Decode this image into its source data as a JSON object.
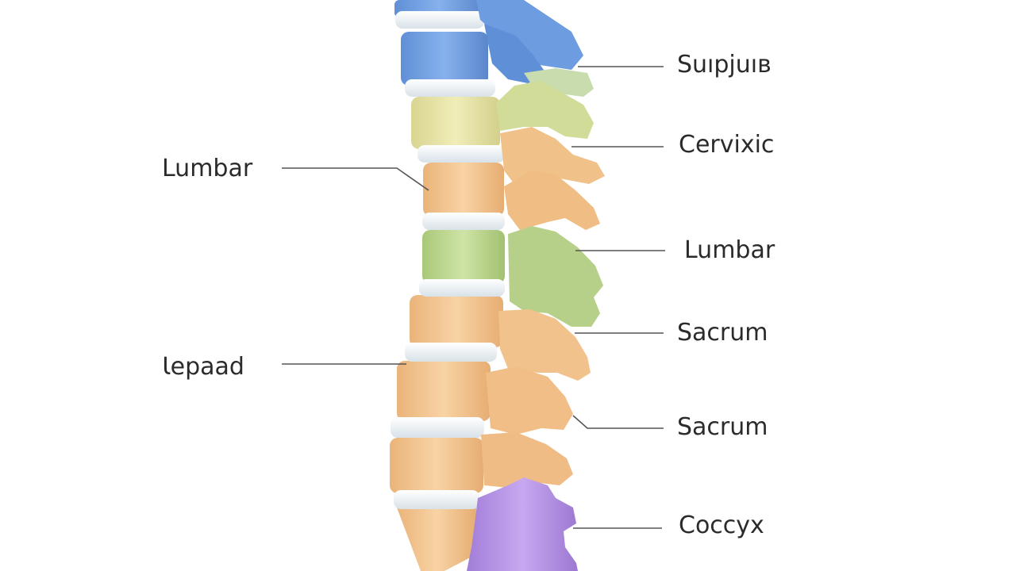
{
  "labels": {
    "right": [
      "Suıpjuıв",
      "Cervixic",
      "Lumbar",
      "Sacrum",
      "Sacrum",
      "Coccyx"
    ],
    "left": [
      "Lumbar",
      "Ɩepaad"
    ]
  },
  "colors": {
    "cervical_blue": "#6e9ee0",
    "thoracic_yellow": "#e6e3a4",
    "lumbar_orange": "#f3c38c",
    "sacral_green": "#bdd78f",
    "coccyx_purple": "#b896e6",
    "disc_white": "#eef3f6",
    "leader_line": "#555555"
  }
}
